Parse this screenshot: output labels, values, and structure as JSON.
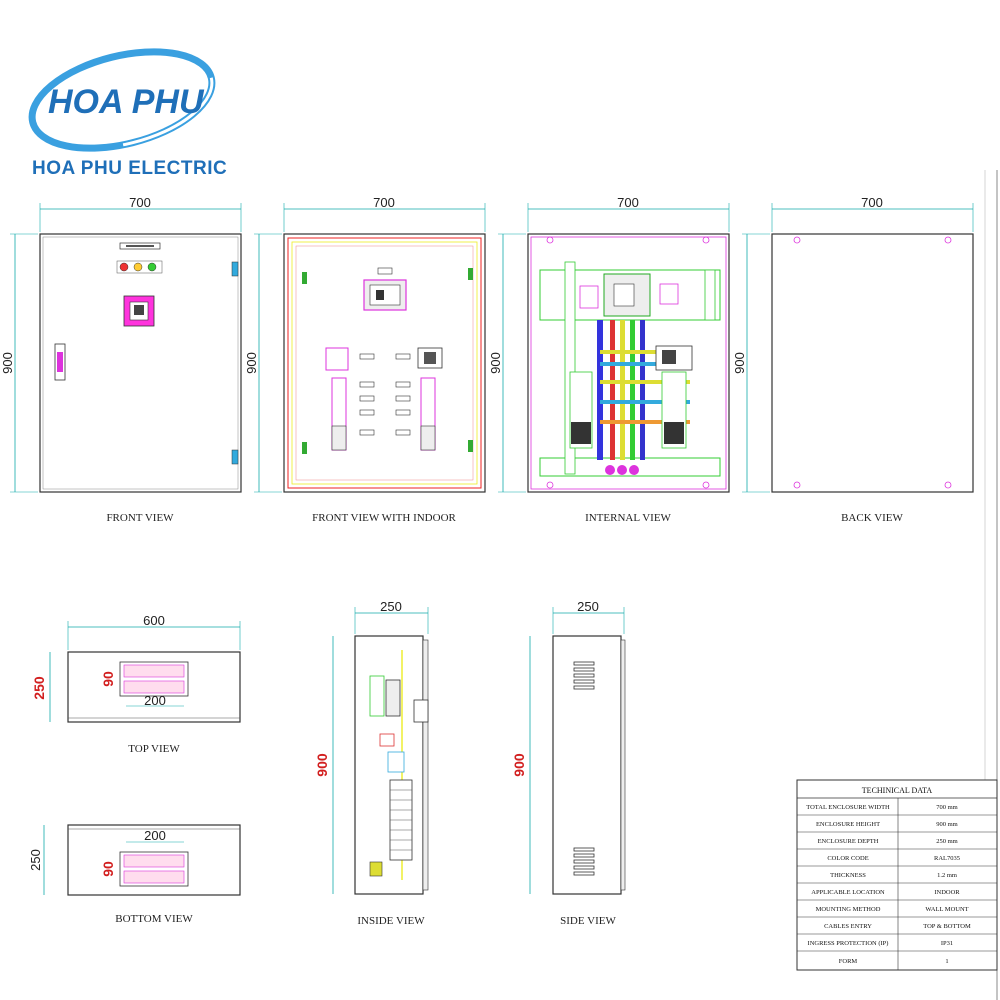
{
  "brand": {
    "logo_text": "HOA PHU",
    "company_name": "HOA PHU ELECTRIC",
    "colors": {
      "primary": "#1f6fb8",
      "swoosh": "#3aa0e0"
    }
  },
  "views": {
    "front": {
      "label": "FRONT VIEW",
      "width": "700",
      "height": "900"
    },
    "front_indoor": {
      "label": "FRONT VIEW WITH INDOOR",
      "width": "700",
      "height": "900"
    },
    "internal": {
      "label": "INTERNAL VIEW",
      "width": "700",
      "height": "900"
    },
    "back": {
      "label": "BACK VIEW",
      "width": "700",
      "height": "900"
    },
    "top": {
      "label": "TOP VIEW",
      "width": "600",
      "depth": "250",
      "cutout_w": "200",
      "cutout_h": "90"
    },
    "bottom": {
      "label": "BOTTOM VIEW",
      "depth": "250",
      "cutout_w": "200",
      "cutout_h": "90"
    },
    "inside": {
      "label": "INSIDE VIEW",
      "depth": "250",
      "height": "900"
    },
    "side": {
      "label": "SIDE VIEW",
      "depth": "250",
      "height": "900"
    }
  },
  "tech_table": {
    "title": "TECHINICAL DATA",
    "rows": [
      {
        "name": "TOTAL ENCLOSURE WIDTH",
        "value": "700 mm"
      },
      {
        "name": "ENCLOSURE HEIGHT",
        "value": "900 mm"
      },
      {
        "name": "ENCLOSURE DEPTH",
        "value": "250 mm"
      },
      {
        "name": "COLOR CODE",
        "value": "RAL7035"
      },
      {
        "name": "THICKNESS",
        "value": "1.2 mm"
      },
      {
        "name": "APPLICABLE LOCATION",
        "value": "INDOOR"
      },
      {
        "name": "MOUNTING METHOD",
        "value": "WALL MOUNT"
      },
      {
        "name": "CABLES ENTRY",
        "value": "TOP & BOTTOM"
      },
      {
        "name": "INGRESS PROTECTION (IP)",
        "value": "IP31"
      },
      {
        "name": "FORM",
        "value": "1"
      }
    ]
  }
}
